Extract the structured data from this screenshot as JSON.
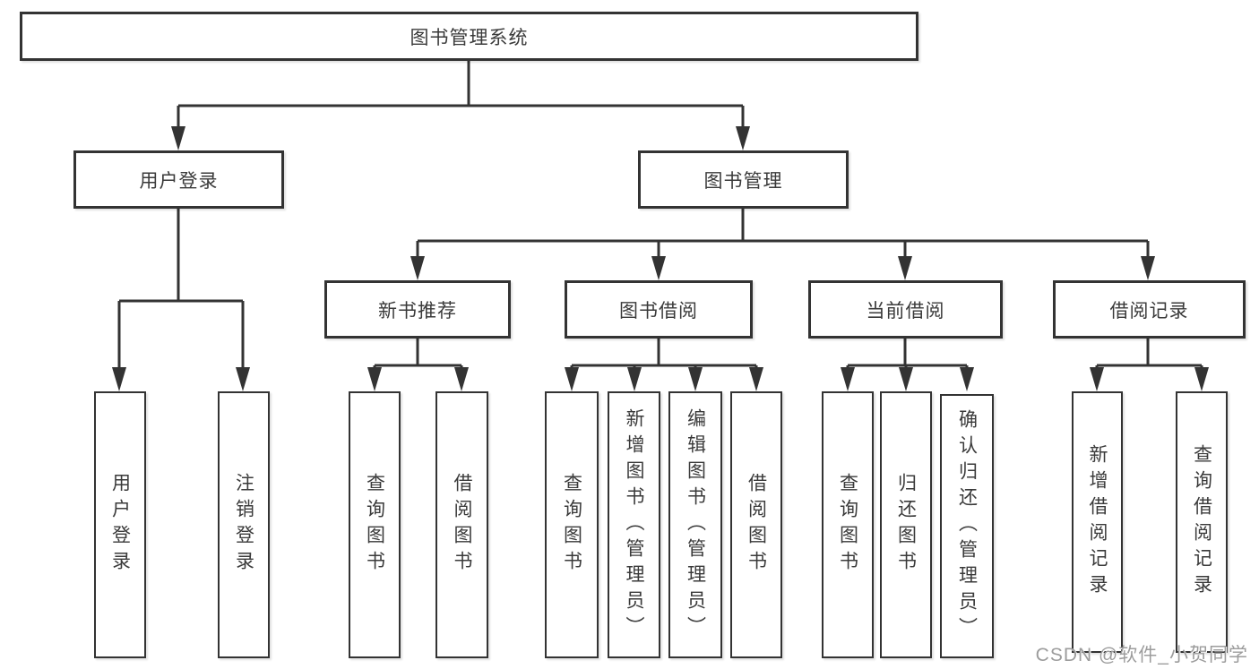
{
  "page": {
    "background_color": "#ffffff",
    "line_color": "#333333",
    "watermark": "CSDN @软件_小贺同学"
  },
  "diagram": {
    "type": "hierarchy-tree",
    "root": {
      "label": "图书管理系统",
      "children": [
        {
          "label": "用户登录",
          "children": [
            {
              "label": "用户登录"
            },
            {
              "label": "注销登录"
            }
          ]
        },
        {
          "label": "图书管理",
          "children": [
            {
              "label": "新书推荐",
              "children": [
                {
                  "label": "查询图书"
                },
                {
                  "label": "借阅图书"
                }
              ]
            },
            {
              "label": "图书借阅",
              "children": [
                {
                  "label": "查询图书"
                },
                {
                  "label": "新增图书（管理员）"
                },
                {
                  "label": "编辑图书（管理员）"
                },
                {
                  "label": "借阅图书"
                }
              ]
            },
            {
              "label": "当前借阅",
              "children": [
                {
                  "label": "查询图书"
                },
                {
                  "label": "归还图书"
                },
                {
                  "label": "确认归还（管理员）"
                }
              ]
            },
            {
              "label": "借阅记录",
              "children": [
                {
                  "label": "新增借阅记录"
                },
                {
                  "label": "查询借阅记录"
                }
              ]
            }
          ]
        }
      ]
    }
  }
}
